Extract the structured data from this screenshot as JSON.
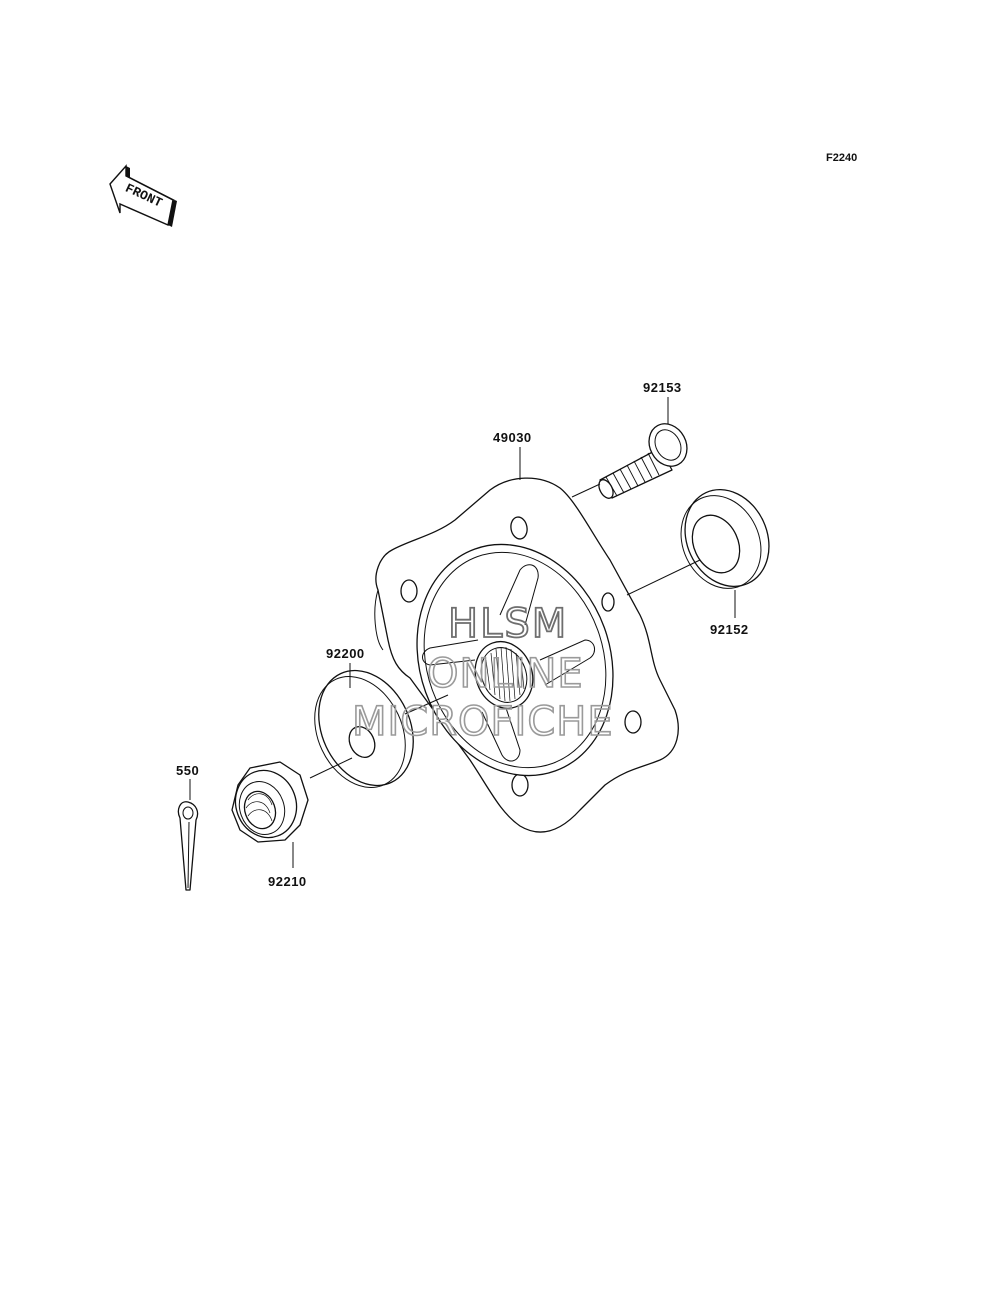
{
  "figure_ref": "F2240",
  "front_label": "FRONT",
  "parts": {
    "hub": "49030",
    "stud": "92153",
    "seal": "92152",
    "washer": "92200",
    "nut": "92210",
    "cotter_pin": "550"
  },
  "watermark": {
    "line1": "HLSM",
    "line2": "ONLINE",
    "line3": "MICROFICHE"
  }
}
